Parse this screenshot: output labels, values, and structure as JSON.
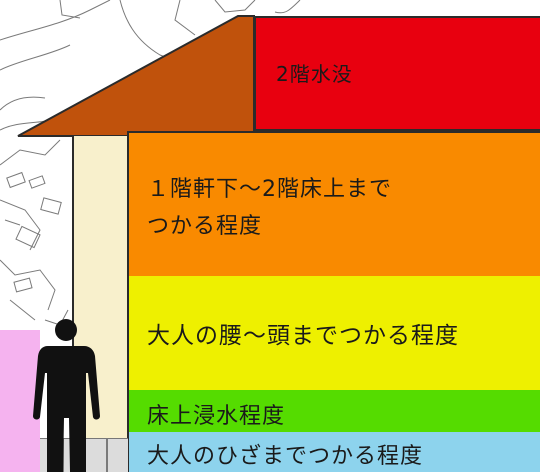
{
  "bands": [
    {
      "key": "second_floor",
      "label": "2階水没",
      "color": "#e8000f"
    },
    {
      "key": "eaves",
      "label": "１階軒下～2階床上まで\nつかる程度",
      "color": "#f98a00"
    },
    {
      "key": "waist",
      "label": "大人の腰～頭までつかる程度",
      "color": "#eef000"
    },
    {
      "key": "floor",
      "label": "床上浸水程度",
      "color": "#55dc00"
    },
    {
      "key": "knee",
      "label": "大人のひざまでつかる程度",
      "color": "#8dd3ed"
    }
  ],
  "colors": {
    "roof": "#c0520c",
    "wall": "#f8f0cc",
    "person": "#111111",
    "pink": "#f5b3ef",
    "map_lines": "#6a6a6a"
  },
  "icons": {
    "person": "person-silhouette-icon",
    "house": "house-outline-icon"
  }
}
